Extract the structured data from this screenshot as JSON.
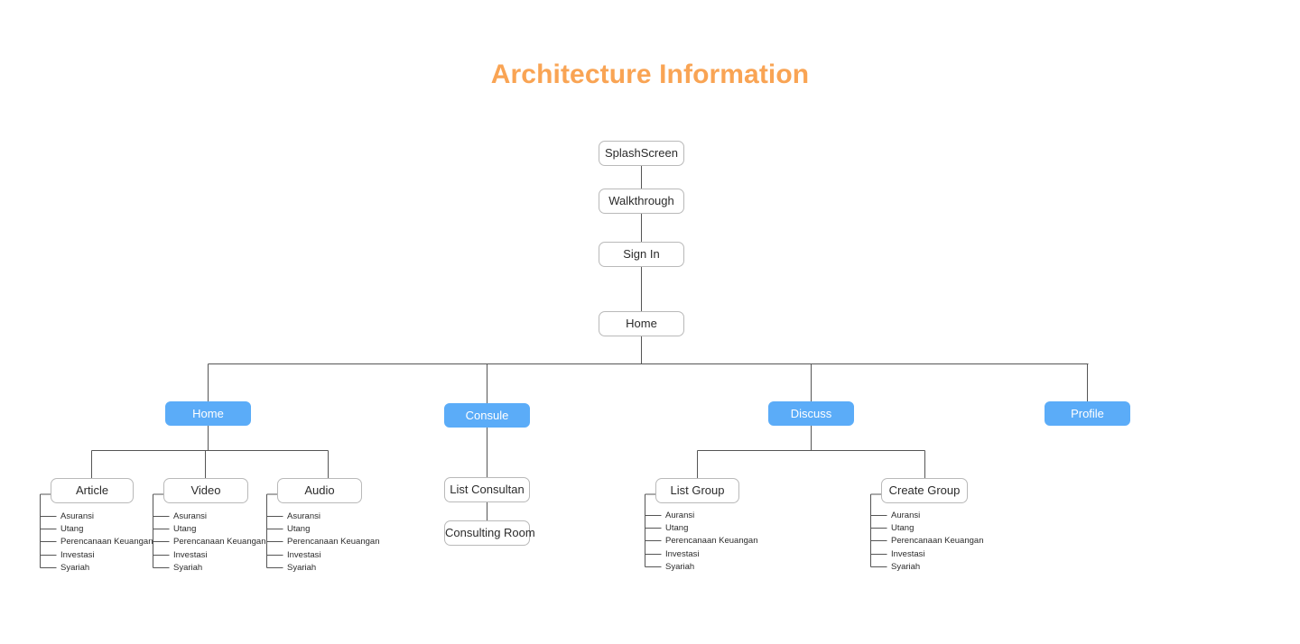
{
  "page": {
    "title": "Architecture Information",
    "background": "#ffffff",
    "title_color": "#f9a454",
    "node_fill": "#ffffff",
    "node_border": "#b9b9b9",
    "tab_fill": "#5bacf8",
    "tab_text": "#ffffff",
    "wire_color": "#555555"
  },
  "flow": {
    "splash": "SplashScreen",
    "walkthrough": "Walkthrough",
    "signin": "Sign In",
    "home_root": "Home"
  },
  "tabs": [
    {
      "id": "tab-home",
      "label": "Home"
    },
    {
      "id": "tab-consule",
      "label": "Consule"
    },
    {
      "id": "tab-discuss",
      "label": "Discuss"
    },
    {
      "id": "tab-profile",
      "label": "Profile"
    }
  ],
  "home_children": [
    {
      "id": "node-article",
      "label": "Article"
    },
    {
      "id": "node-video",
      "label": "Video"
    },
    {
      "id": "node-audio",
      "label": "Audio"
    }
  ],
  "consule_children": [
    {
      "id": "node-list-consultan",
      "label": "List Consultan"
    },
    {
      "id": "node-consulting-room",
      "label": "Consulting Room"
    }
  ],
  "discuss_children": [
    {
      "id": "node-list-group",
      "label": "List Group"
    },
    {
      "id": "node-create-group",
      "label": "Create Group"
    }
  ],
  "categories": {
    "article": [
      "Asuransi",
      "Utang",
      "Perencanaan Keuangan",
      "Investasi",
      "Syariah"
    ],
    "video": [
      "Asuransi",
      "Utang",
      "Perencanaan Keuangan",
      "Investasi",
      "Syariah"
    ],
    "audio": [
      "Asuransi",
      "Utang",
      "Perencanaan Keuangan",
      "Investasi",
      "Syariah"
    ],
    "list_group": [
      "Auransi",
      "Utang",
      "Perencanaan Keuangan",
      "Investasi",
      "Syariah"
    ],
    "create_group": [
      "Auransi",
      "Utang",
      "Perencanaan Keuangan",
      "Investasi",
      "Syariah"
    ]
  }
}
